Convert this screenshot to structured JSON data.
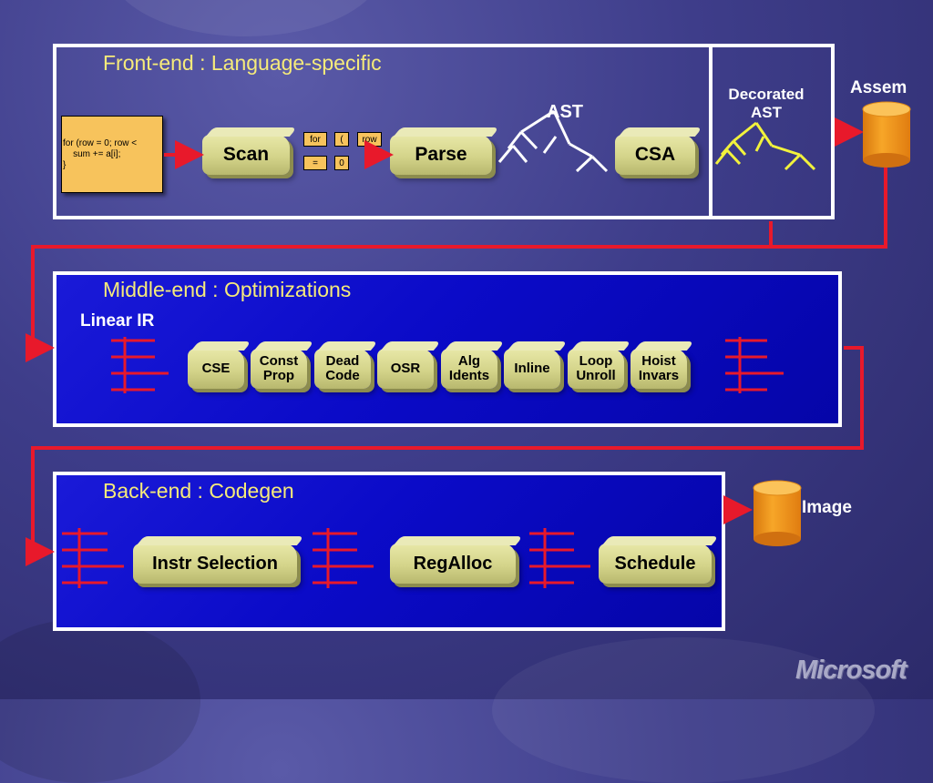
{
  "colors": {
    "accent_yellow": "#f6eb7a",
    "arrow_red": "#e8192b",
    "block_fill": "#d4d48a",
    "cylinder_orange": "#f29a1a",
    "panel_blue": "#0b0bc8"
  },
  "front_end": {
    "title": "Front-end : Language-specific",
    "code": [
      "for (row = 0; row <",
      "    sum += a[i];",
      "}"
    ],
    "scan_label": "Scan",
    "tokens": [
      "for",
      "(",
      "row",
      "=",
      "0"
    ],
    "parse_label": "Parse",
    "ast_label": "AST",
    "csa_label": "CSA",
    "decorated_ast_label_line1": "Decorated",
    "decorated_ast_label_line2": "AST",
    "assem_label": "Assem"
  },
  "middle_end": {
    "title": "Middle-end : Optimizations",
    "linear_ir_label": "Linear IR",
    "passes": [
      {
        "line1": "CSE",
        "line2": ""
      },
      {
        "line1": "Const",
        "line2": "Prop"
      },
      {
        "line1": "Dead",
        "line2": "Code"
      },
      {
        "line1": "OSR",
        "line2": ""
      },
      {
        "line1": "Alg",
        "line2": "Idents"
      },
      {
        "line1": "Inline",
        "line2": ""
      },
      {
        "line1": "Loop",
        "line2": "Unroll"
      },
      {
        "line1": "Hoist",
        "line2": "Invars"
      }
    ]
  },
  "back_end": {
    "title": "Back-end : Codegen",
    "instr_selection_label": "Instr Selection",
    "regalloc_label": "RegAlloc",
    "schedule_label": "Schedule",
    "image_label": "Image"
  },
  "logo_text": "Microsoft"
}
